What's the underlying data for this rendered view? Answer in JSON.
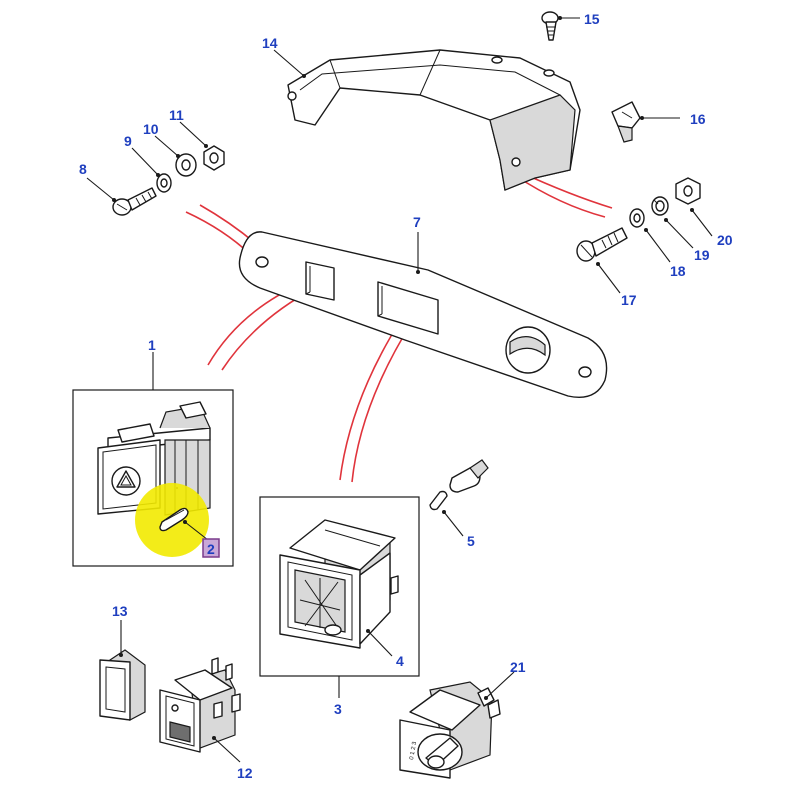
{
  "diagram": {
    "colors": {
      "callout_text": "#1f3fbf",
      "connector_lines": "#e0343c",
      "highlight_marker": "#f2ea00",
      "highlight_badge_fill": "#c9a8d8",
      "highlight_badge_border": "#7a3b8c"
    },
    "callouts": {
      "c1": "1",
      "c2": "2",
      "c3": "3",
      "c4": "4",
      "c5": "5",
      "c7": "7",
      "c8": "8",
      "c9": "9",
      "c10": "10",
      "c11": "11",
      "c12": "12",
      "c13": "13",
      "c14": "14",
      "c15": "15",
      "c16": "16",
      "c17": "17",
      "c18": "18",
      "c19": "19",
      "c20": "20",
      "c21": "21"
    },
    "switch_21_scale_text": "0 1 2 3"
  }
}
